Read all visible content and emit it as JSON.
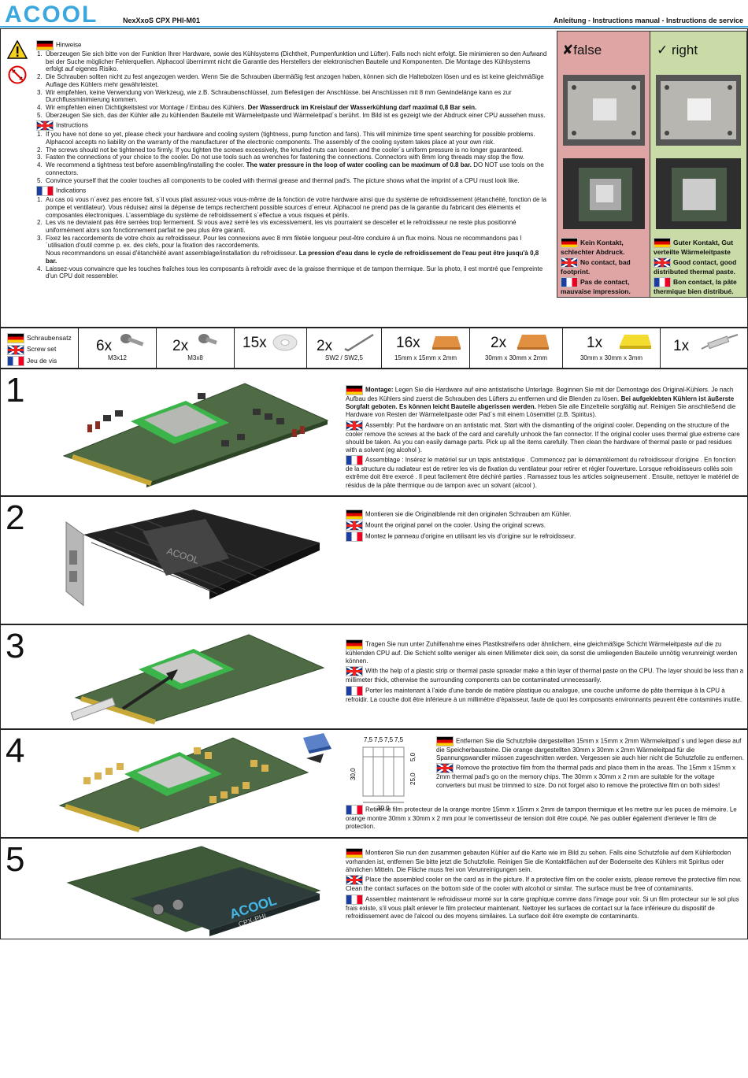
{
  "header": {
    "logo": "ACOOL",
    "model": "NexXxoS CPX PHI-M01",
    "manual": "Anleitung - Instructions manual - Instructions de service"
  },
  "intro": {
    "de_heading": "Hinweise",
    "de_items": [
      "Überzeugen Sie sich bitte von der Funktion Ihrer Hardware, sowie des Kühlsystems (Dichtheit, Pumpenfunktion und Lüfter). Falls noch nicht erfolgt. Sie minimieren so den Aufwand bei der Suche möglicher Fehlerquellen. Alphacool übernimmt nicht die Garantie des Herstellers der elektronischen Bauteile und Komponenten. Die Montage des Kühlsystems erfolgt auf eigenes Risiko.",
      "Die Schrauben sollten nicht zu fest angezogen werden. Wenn Sie die Schrauben übermäßig fest anzogen haben, können sich die Haltebolzen lösen und es ist keine gleichmäßige Auflage des Kühlers mehr gewährleistet.",
      "Wir empfehlen, keine Verwendung von Werkzeug, wie z.B. Schraubenschlüssel, zum Befestigen der Anschlüsse. bei Anschlüssen mit 8 mm Gewindelänge kann es zur Durchflussminimierung kommen.",
      "Wir empfehlen einen Dichtigkeitstest vor Montage / Einbau des Kühlers.",
      "Überzeugen Sie sich, das der Kühler alle zu kühlenden Bauteile mit Wärmeleitpaste und Wärmeleitpad´s berührt. Im Bild ist es gezeigt wie der Abdruck einer CPU aussehen muss."
    ],
    "de_bold4": "Der Wasserdruck im Kreislauf der Wasserkühlung darf maximal 0,8 Bar sein.",
    "en_heading": "Instructions",
    "en_items": [
      "If you have not done so yet, please check your hardware and cooling system (tightness, pump function and fans).  This will minimize time spent searching for possible problems. Alphacool accepts no liability on the warranty of the manufacturer of the electronic components. The assembly of the cooling system takes place at your own risk.",
      "The screws should not be tightened too firmly. If you tighten the screws excessively, the knurled nuts can loosen and the cooler´s uniform pressure is no longer guaranteed.",
      "Fasten the connections of your choice to the cooler. Do not use tools such as wrenches for fastening the connections. Connectors with 8mm long threads may stop the flow.",
      "We recommend a tightness test before assembling/installing the cooler.",
      "Convince yourself that the cooler touches all components to be cooled with thermal grease and thermal pad's. The picture shows what the imprint of a CPU must look like."
    ],
    "en_bold4": "The water pressure in the loop of water cooling can be maximum of 0.8 bar.",
    "en_tail4": "DO NOT use tools on the connectors.",
    "fr_heading": "Indications",
    "fr_items": [
      "Au cas où vous n´avez pas encore fait, s´il vous plait assurez-vous vous-même de la fonction de votre hardware ainsi que du système de refroidissement (étanchéité, fonction de la pompe et ventilateur). Vous réduisez ainsi la dépense de temps recherchent possible sources d´erreur. Alphacool ne prend pas de la garantie du fabricant des éléments et composantes électroniques. L'assemblage du système de refroidissement s´effectue a vous risques et périls.",
      "Les vis ne devraient pas être serrées trop fermement. Si vous avez serré les vis excessivement, les vis pourraient se desceller et le refroidisseur ne reste plus positionné uniformément alors son fonctionnement parfait ne peu plus être garanti.",
      "Fixez les raccordements de votre choix au refroidisseur. Pour les connexions avec 8 mm filetée longueur peut-être conduire à un flux moins. Nous ne recommandons pas l´utilisation d'outil comme p. ex. des clefs, pour la fixation des raccordements.",
      "Laissez-vous convaincre que les touches fraîches tous les composants à refroidir avec de la graisse thermique et de tampon thermique. Sur la photo, il est montré que l'empreinte d'un CPU doit ressembler."
    ],
    "fr_line3b": "Nous recommandons un essai d'étanchéité avant assemblage/installation du refroidisseur.",
    "fr_bold3": "La pression d'eau dans le cycle de refroidissement de l'eau peut être jusqu'à 0,8 bar."
  },
  "compare": {
    "false": {
      "label": "false",
      "de": "Kein Kontakt, schlechter Abdruck.",
      "en": "No contact, bad footprint.",
      "fr": "Pas de contact, mauvaise impression.",
      "color": "#dfa5a5"
    },
    "right": {
      "label": "right",
      "de": "Guter Kontakt, Gut verteilte Wärmeleitpaste",
      "en": "Good contact, good distributed thermal paste.",
      "fr": "Bon contact, la pâte thermique bien distribué.",
      "color": "#c9dba7"
    }
  },
  "parts": {
    "legend": {
      "de": "Schraubensatz",
      "en": "Screw set",
      "fr": "Jeu de vis"
    },
    "items": [
      {
        "qty": "6x",
        "label": "M3x12"
      },
      {
        "qty": "2x",
        "label": "M3x8"
      },
      {
        "qty": "15x",
        "label": ""
      },
      {
        "qty": "2x",
        "label": "SW2 / SW2,5"
      },
      {
        "qty": "16x",
        "label": "15mm x 15mm x 2mm"
      },
      {
        "qty": "2x",
        "label": "30mm x 30mm x 2mm"
      },
      {
        "qty": "1x",
        "label": "30mm x 30mm x 3mm"
      },
      {
        "qty": "1x",
        "label": ""
      }
    ]
  },
  "steps": [
    {
      "num": "1",
      "de_bold": "Montage:",
      "de": "Legen Sie die Hardware auf eine antistatische Unterlage. Beginnen Sie mit der Demontage des Original-Kühlers. Je nach Aufbau des Kühlers sind zuerst die Schrauben des Lüfters zu entfernen und die Blenden zu lösen.",
      "de_bold2": "Bei aufgeklebten Kühlern ist äußerste Sorgfalt geboten. Es können leicht Bauteile abgerissen werden.",
      "de_tail": "Heben Sie alle Einzelteile sorgfältig auf. Reinigen Sie anschließend die Hardware von Resten der Wärmeleitpaste oder Pad´s mit einem Lösemittel (z.B. Spiritus).",
      "en": "Assembly: Put the hardware on an antistatic mat. Start with the dismantling of the original cooler. Depending on the structure of the cooler remove the screws at the back of the card and carefully unhook the fan connector. If the original cooler uses thermal glue extreme care should be taken. As you can easily damage parts. Pick up all the items carefully. Then clean the hardware of thermal paste or pad residues with a solvent (eg alcohol ).",
      "fr": "Assemblage : Insérez le matériel sur un tapis antistatique . Commencez par le démantèlement du refroidisseur d'origine . En fonction de la structure du radiateur est de retirer les vis de fixation du ventilateur pour retirer et régler l'ouverture. Lorsque refroidisseurs collés soin extrême doit être exercé . Il peut facilement être déchiré parties . Ramassez tous les articles soigneusement . Ensuite, nettoyer le matériel de résidus de la pâte thermique ou de tampon avec un solvant (alcool )."
    },
    {
      "num": "2",
      "de": "Montieren sie die Originalblende mit den originalen Schrauben am Kühler.",
      "en": "Mount the original panel on the cooler. Using the original screws.",
      "fr": "Montez le panneau d'origine en utilisant les vis d'origine sur le refroidisseur."
    },
    {
      "num": "3",
      "de": "Tragen Sie nun unter Zuhilfenahme eines Plastikstreifens oder ähnlichem, eine gleichmäßige Schicht Wärmeleitpaste auf die zu kühlenden CPU auf. Die Schicht sollte weniger als einen Millimeter dick sein, da sonst die umliegenden Bauteile unnötig verunreinigt werden können.",
      "en": "With the help of a plastic strip or thermal paste spreader make a thin layer of thermal paste on the CPU. The layer should be less than a millimeter thick, otherwise the surrounding components can be contaminated unnecessarily.",
      "fr": "Porter les maintenant à l'aide d'une bande de matière plastique ou analogue, une couche uniforme de pâte thermique à la CPU à refroidir. La couche doit être inférieure à un millimètre d'épaisseur, faute de quoi les composants environnants peuvent être contaminés inutile."
    },
    {
      "num": "4",
      "de": "Entfernen Sie die Schutzfolie dargestellten 15mm x 15mm x 2mm Wärmeleitpad´s und legen diese auf die Speicherbausteine. Die orange dargestellten 30mm x 30mm x 2mm Wärmeleitpad für die Spannungswandler müssen zugeschnitten werden. Vergessen sie auch hier nicht die Schutzfolie zu entfernen.",
      "en": "Remove the protective film from the thermal pads and place them in the areas. The 15mm x 15mm x 2mm thermal pad's go on the memory chips. The 30mm x 30mm x 2 mm are suitable for the voltage converters but must be trimmed to size. Do not forget also to remove the protective film on both sides!",
      "fr": "Retirer le film protecteur de la orange montre 15mm x 15mm x 2mm de tampon thermique et les mettre sur les puces de mémoire. Le orange montre 30mm x 30mm x 2 mm pour le convertisseur de tension doit être coupé. Ne pas oublier également d'enlever le film de protection.",
      "dims": {
        "top": [
          "7,5",
          "7,5",
          "7,5",
          "7,5"
        ],
        "left": "30,0",
        "right1": "5,0",
        "right2": "25,0",
        "bottom": "30,0"
      }
    },
    {
      "num": "5",
      "de": "Montieren Sie nun den zusammen gebauten Kühler auf die Karte wie im Bild zu sehen. Falls eine Schutzfolie auf dem Kühlerboden vorhanden ist, entfernen Sie bitte jetzt die Schutzfolie. Reinigen Sie die Kontaktflächen auf der Bodenseite des Kühlers mit Spiritus oder ähnlichen Mitteln. Die Fläche muss frei von Verunreinigungen sein.",
      "en": "Place the assembled cooler on the card as in the picture. If a protective film on the cooler exists, please remove the protective film now. Clean the contact surfaces on the bottom side of the cooler with alcohol or similar. The surface must be free of contaminants.",
      "fr": "Assemblez maintenant le refroidisseur monté sur la carte graphique comme dans l'image pour voir. Si un film protecteur sur le sol plus frais existe, s'il vous plaît enlever le film protecteur maintenant. Nettoyer les surfaces de contact sur la face inférieure du dispositif de refroidissement avec de l'alcool ou des moyens similaires. La surface doit être exempte de contaminants.",
      "cooler_brand": "ACOOL",
      "cooler_model": "CPX-PHI"
    }
  ]
}
